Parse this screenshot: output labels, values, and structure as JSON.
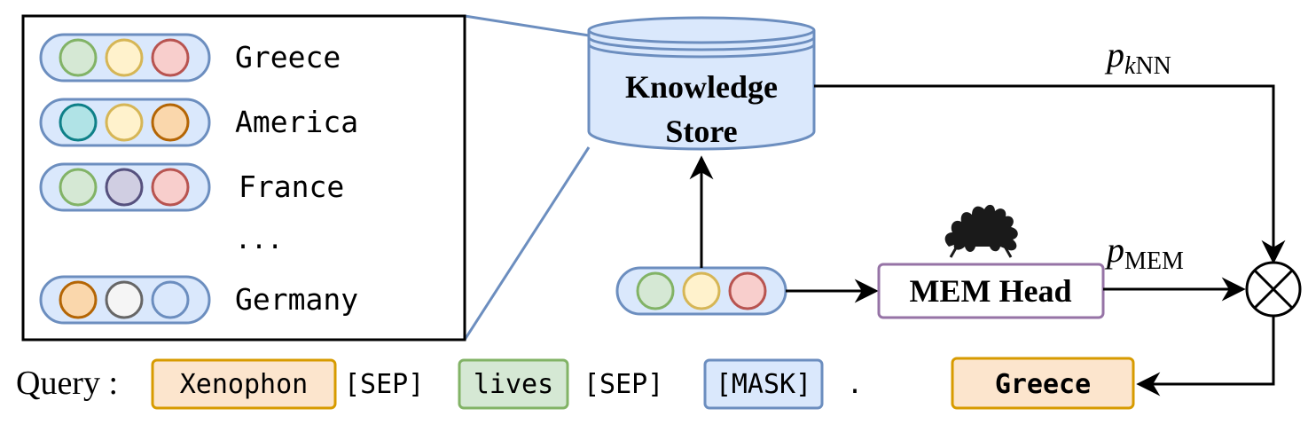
{
  "knowledge_entries": [
    {
      "label": "Greece",
      "circles": [
        "#d5e8d4",
        "#fff2cc",
        "#f8cecc"
      ],
      "strokes": [
        "#82b366",
        "#d6b656",
        "#b85450"
      ]
    },
    {
      "label": "America",
      "circles": [
        "#b0e3e6",
        "#fff2cc",
        "#fad7ac"
      ],
      "strokes": [
        "#0e8088",
        "#d6b656",
        "#b46504"
      ]
    },
    {
      "label": "France",
      "circles": [
        "#d5e8d4",
        "#d0cee2",
        "#f8cecc"
      ],
      "strokes": [
        "#82b366",
        "#56517e",
        "#b85450"
      ]
    },
    {
      "label": "Germany",
      "circles": [
        "#fad7ac",
        "#f5f5f5",
        "#dae8fc"
      ],
      "strokes": [
        "#b46504",
        "#666666",
        "#6c8ebf"
      ]
    }
  ],
  "ellipsis": "...",
  "store": {
    "line1": "Knowledge",
    "line2": "Store"
  },
  "head": {
    "label": "MEM Head"
  },
  "p_knn": {
    "base": "p",
    "sub_italic": "k",
    "sub": "NN"
  },
  "p_mem": {
    "base": "p",
    "sub": "MEM"
  },
  "operator": "⊗",
  "output": "Greece",
  "query": {
    "prefix": "Query :",
    "tokens": [
      {
        "text": "Xenophon",
        "fill": "#fce5cd",
        "stroke": "#d79b00",
        "boxed": true
      },
      {
        "text": "[SEP]",
        "boxed": false
      },
      {
        "text": "lives",
        "fill": "#d5e8d4",
        "stroke": "#82b366",
        "boxed": true
      },
      {
        "text": "[SEP]",
        "boxed": false
      },
      {
        "text": "[MASK]",
        "fill": "#dae8fc",
        "stroke": "#6c8ebf",
        "boxed": true
      },
      {
        "text": ".",
        "boxed": false
      }
    ]
  },
  "query_vector": {
    "circles": [
      "#d5e8d4",
      "#fff2cc",
      "#f8cecc"
    ],
    "strokes": [
      "#82b366",
      "#d6b656",
      "#b85450"
    ]
  },
  "colors": {
    "pill_fill": "#dae8fc",
    "pill_stroke": "#6c8ebf",
    "head_stroke": "#9673a6",
    "output_fill": "#fce5cd",
    "output_stroke": "#d79b00"
  }
}
